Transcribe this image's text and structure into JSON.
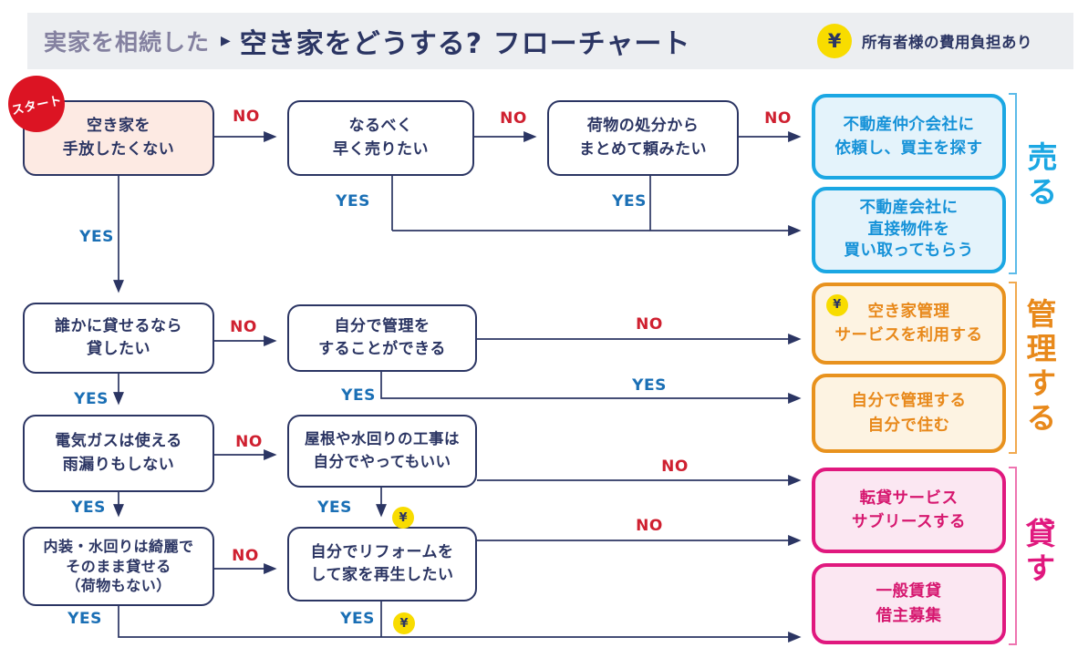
{
  "header": {
    "title_prefix": "実家を相続した",
    "title_arrow": "▶",
    "title_main": "空き家をどうする? フローチャート",
    "legend_yen": "¥",
    "legend_text": "所有者様の費用負担あり"
  },
  "labels": {
    "yes": "YES",
    "no": "NO",
    "start": "スタート",
    "yen": "¥"
  },
  "flow": {
    "q1": {
      "lines": [
        "空き家を",
        "手放したくない"
      ]
    },
    "q2": {
      "lines": [
        "なるべく",
        "早く売りたい"
      ]
    },
    "q3": {
      "lines": [
        "荷物の処分から",
        "まとめて頼みたい"
      ]
    },
    "q4": {
      "lines": [
        "誰かに貸せるなら",
        "貸したい"
      ]
    },
    "q5": {
      "lines": [
        "自分で管理を",
        "することができる"
      ]
    },
    "q6": {
      "lines": [
        "電気ガスは使える",
        "雨漏りもしない"
      ]
    },
    "q7": {
      "lines": [
        "屋根や水回りの工事は",
        "自分でやってもいい"
      ]
    },
    "q8": {
      "lines": [
        "内装・水回りは綺麗で",
        "そのまま貸せる",
        "（荷物もない）"
      ]
    },
    "q9": {
      "lines": [
        "自分でリフォームを",
        "して家を再生したい"
      ]
    }
  },
  "results": {
    "sell_broker": {
      "lines": [
        "不動産仲介会社に",
        "依頼し、買主を探す"
      ]
    },
    "sell_direct": {
      "lines": [
        "不動産会社に",
        "直接物件を",
        "買い取ってもらう"
      ]
    },
    "manage_service": {
      "lines": [
        "空き家管理",
        "サービスを利用する"
      ],
      "has_yen": true
    },
    "manage_self": {
      "lines": [
        "自分で管理する",
        "自分で住む"
      ]
    },
    "rent_sublease": {
      "lines": [
        "転貸サービス",
        "サブリースする"
      ]
    },
    "rent_general": {
      "lines": [
        "一般賃貸",
        "借主募集"
      ]
    }
  },
  "groups": {
    "sell": "売る",
    "manage": "管理する",
    "rent": "貸す"
  },
  "colors": {
    "navy": "#2b3563",
    "no_red": "#cf2030",
    "yes_blue": "#1a6fb5",
    "sell_blue": "#1ba7e3",
    "manage_orange": "#e8891b",
    "rent_pink": "#e0187e",
    "yen_yellow": "#f8dc00",
    "start_red": "#dc1423",
    "header_bg": "#eceef1",
    "start_box_fill": "#fdeae3"
  }
}
